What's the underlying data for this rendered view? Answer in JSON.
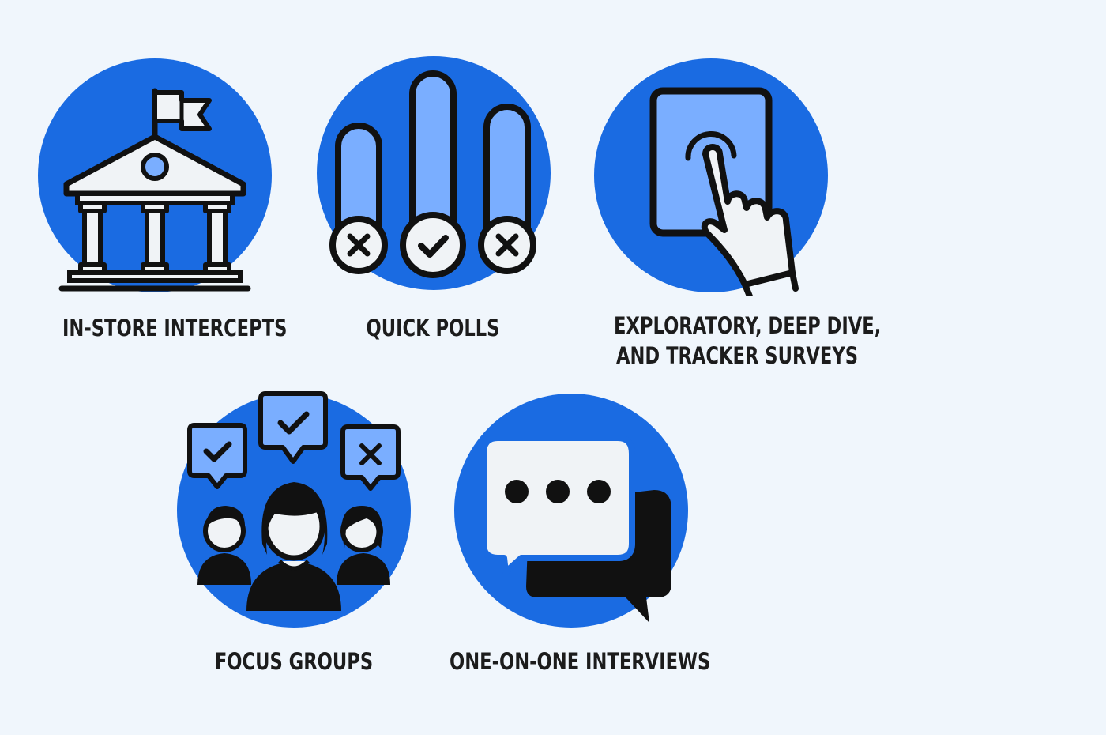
{
  "methods": [
    {
      "id": "in-store",
      "label_lines": [
        "IN-STORE INTERCEPTS"
      ],
      "icon": "courthouse-icon"
    },
    {
      "id": "quick-polls",
      "label_lines": [
        "QUICK POLLS"
      ],
      "icon": "poll-bars-icon"
    },
    {
      "id": "surveys",
      "label_lines": [
        "EXPLORATORY, DEEP DIVE,",
        "AND TRACKER SURVEYS"
      ],
      "icon": "tablet-touch-icon"
    },
    {
      "id": "focus-groups",
      "label_lines": [
        "FOCUS GROUPS"
      ],
      "icon": "group-feedback-icon"
    },
    {
      "id": "interviews",
      "label_lines": [
        "ONE-ON-ONE INTERVIEWS"
      ],
      "icon": "chat-bubbles-icon"
    }
  ],
  "colors": {
    "background": "#f0f6fc",
    "circle": "#1a6be2",
    "light_blue": "#7aaeff",
    "outline": "#111111",
    "white": "#f0f3f6",
    "text": "#1c1c1c"
  }
}
